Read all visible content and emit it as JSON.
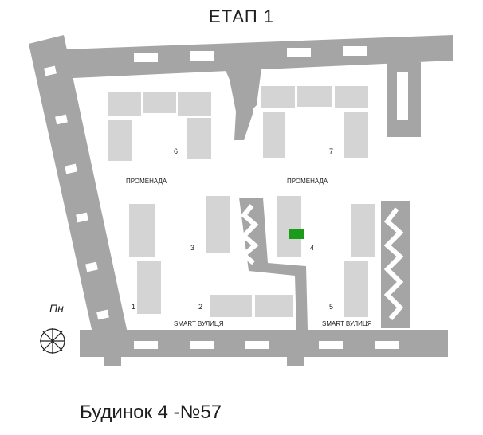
{
  "title": "ЕТАП 1",
  "footer": "Будинок 4 -№57",
  "compass_label": "Пн",
  "promenade_labels": [
    "ПРОМЕНАДА",
    "ПРОМЕНАДА"
  ],
  "street_labels": [
    "SMART ВУЛИЦЯ",
    "SMART ВУЛИЦЯ"
  ],
  "building_numbers": [
    "1",
    "2",
    "3",
    "4",
    "5",
    "6",
    "7"
  ],
  "colors": {
    "road": "#a5a5a5",
    "building": "#d4d4d4",
    "highlight": "#1a9b1a",
    "text": "#1e1e1e"
  },
  "icons": [
    "compass-icon"
  ]
}
